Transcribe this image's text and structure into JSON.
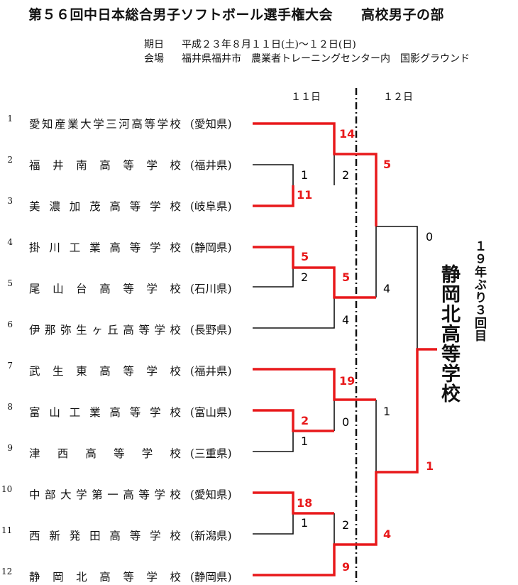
{
  "title": "第５６回中日本総合男子ソフトボール選手権大会",
  "division": "高校男子の部",
  "date_label": "期日",
  "date_value": "平成２３年８月１１日(土)～１２日(日)",
  "venue_label": "会場",
  "venue_value": "福井県福井市　農業者トレーニングセンター内　国影グラウンド",
  "day1": "１１日",
  "day2": "１２日",
  "teams": [
    {
      "seed": "1",
      "school": "愛知産業大学三河高等学校",
      "pref": "(愛知県)"
    },
    {
      "seed": "2",
      "school": "福井南高等学校",
      "pref": "(福井県)"
    },
    {
      "seed": "3",
      "school": "美濃加茂高等学校",
      "pref": "(岐阜県)"
    },
    {
      "seed": "4",
      "school": "掛川工業高等学校",
      "pref": "(静岡県)"
    },
    {
      "seed": "5",
      "school": "尾山台高等学校",
      "pref": "(石川県)"
    },
    {
      "seed": "6",
      "school": "伊那弥生ヶ丘高等学校",
      "pref": "(長野県)"
    },
    {
      "seed": "7",
      "school": "武生東高等学校",
      "pref": "(福井県)"
    },
    {
      "seed": "8",
      "school": "富山工業高等学校",
      "pref": "(富山県)"
    },
    {
      "seed": "9",
      "school": "津西高等学校",
      "pref": "(三重県)"
    },
    {
      "seed": "10",
      "school": "中部大学第一高等学校",
      "pref": "(愛知県)"
    },
    {
      "seed": "11",
      "school": "西新発田高等学校",
      "pref": "(新潟県)"
    },
    {
      "seed": "12",
      "school": "静岡北高等学校",
      "pref": "(静岡県)"
    }
  ],
  "scores": {
    "m1_top": "1",
    "m1_bot": "11",
    "m2_top": "5",
    "m2_bot": "2",
    "m3_top": "2",
    "m3_bot": "1",
    "m4_top": "18",
    "m4_bot": "1",
    "qf1_top": "14",
    "qf1_bot": "2",
    "qf2_top": "5",
    "qf2_bot": "4",
    "qf3_top": "19",
    "qf3_bot": "0",
    "qf4_top": "2",
    "qf4_bot": "9",
    "sf1_top": "5",
    "sf1_bot": "4",
    "sf2_top": "1",
    "sf2_bot": "4",
    "final_top": "0",
    "final_bot": "1"
  },
  "champion": "静岡北高等学校",
  "champion_note": "１９年ぶり３回目",
  "colors": {
    "winner_line": "#e8191b",
    "loser_line": "#111111",
    "winner_score": "#e8191b"
  }
}
